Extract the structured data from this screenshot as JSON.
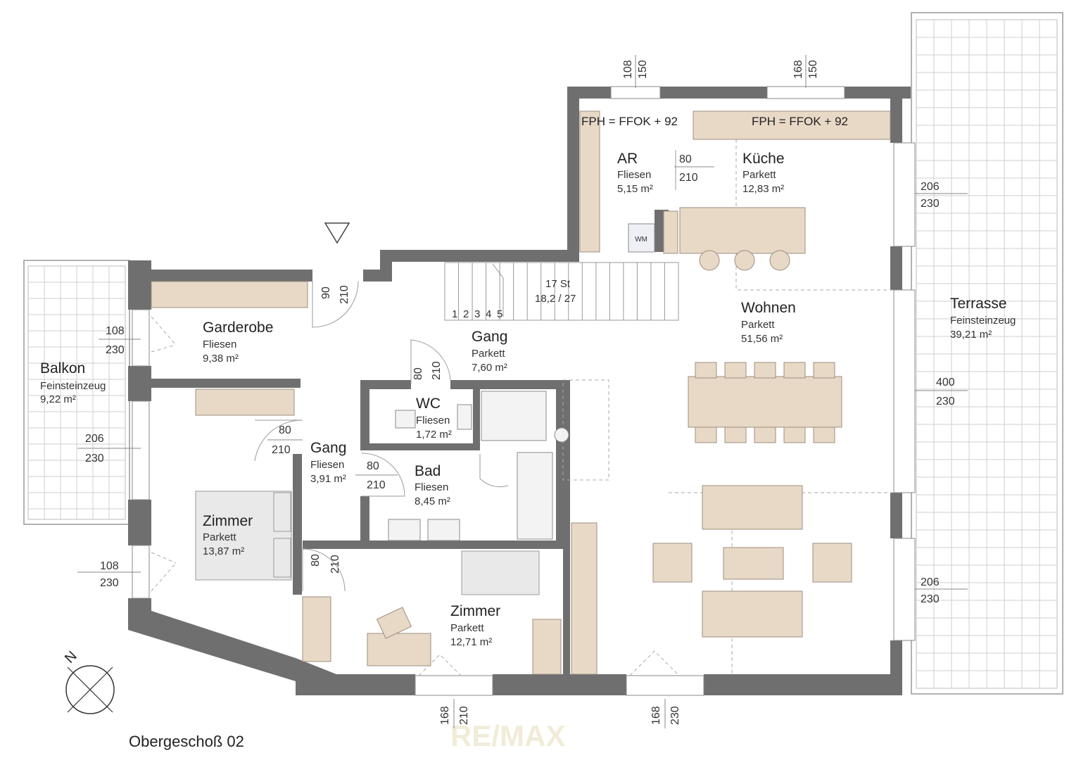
{
  "plan_title": "Obergeschoß 02",
  "watermark": "RE/MAX",
  "rooms": {
    "ar": {
      "name": "AR",
      "floor": "Fliesen",
      "area": "5,15 m²"
    },
    "kueche": {
      "name": "Küche",
      "floor": "Parkett",
      "area": "12,83 m²"
    },
    "wohnen": {
      "name": "Wohnen",
      "floor": "Parkett",
      "area": "51,56 m²"
    },
    "terrasse": {
      "name": "Terrasse",
      "floor": "Feinsteinzeug",
      "area": "39,21 m²"
    },
    "garderobe": {
      "name": "Garderobe",
      "floor": "Fliesen",
      "area": "9,38 m²"
    },
    "gang1": {
      "name": "Gang",
      "floor": "Parkett",
      "area": "7,60 m²"
    },
    "balkon": {
      "name": "Balkon",
      "floor": "Feinsteinzeug",
      "area": "9,22 m²"
    },
    "wc": {
      "name": "WC",
      "floor": "Fliesen",
      "area": "1,72 m²"
    },
    "gang2": {
      "name": "Gang",
      "floor": "Fliesen",
      "area": "3,91 m²"
    },
    "bad": {
      "name": "Bad",
      "floor": "Fliesen",
      "area": "8,45 m²"
    },
    "zimmer1": {
      "name": "Zimmer",
      "floor": "Parkett",
      "area": "13,87 m²"
    },
    "zimmer2": {
      "name": "Zimmer",
      "floor": "Parkett",
      "area": "12,71 m²"
    }
  },
  "fph_labels": [
    "FPH = FFOK + 92",
    "FPH = FFOK + 92"
  ],
  "stairs": {
    "count": "17 St",
    "ratio": "18,2 / 27",
    "steps": [
      "1",
      "2",
      "3",
      "4",
      "5"
    ]
  },
  "appliance": "WM",
  "north_label": "N",
  "dims": {
    "top_left_a": "108",
    "top_left_b": "150",
    "top_right_a": "168",
    "top_right_b": "150",
    "ar_door_a": "80",
    "ar_door_b": "210",
    "terr1_a": "206",
    "terr1_b": "230",
    "terr2_a": "400",
    "terr2_b": "230",
    "terr3_a": "206",
    "terr3_b": "230",
    "entry_a": "90",
    "entry_b": "210",
    "gard_a": "108",
    "gard_b": "230",
    "wc_door_a": "80",
    "wc_door_b": "210",
    "balk_a": "206",
    "balk_b": "230",
    "gang2_door_a": "80",
    "gang2_door_b": "210",
    "bad_door_a": "80",
    "bad_door_b": "210",
    "zim1_a": "108",
    "zim1_b": "230",
    "zim2_door_a": "80",
    "zim2_door_b": "210",
    "bot1_a": "168",
    "bot1_b": "210",
    "bot2_a": "168",
    "bot2_b": "230"
  }
}
